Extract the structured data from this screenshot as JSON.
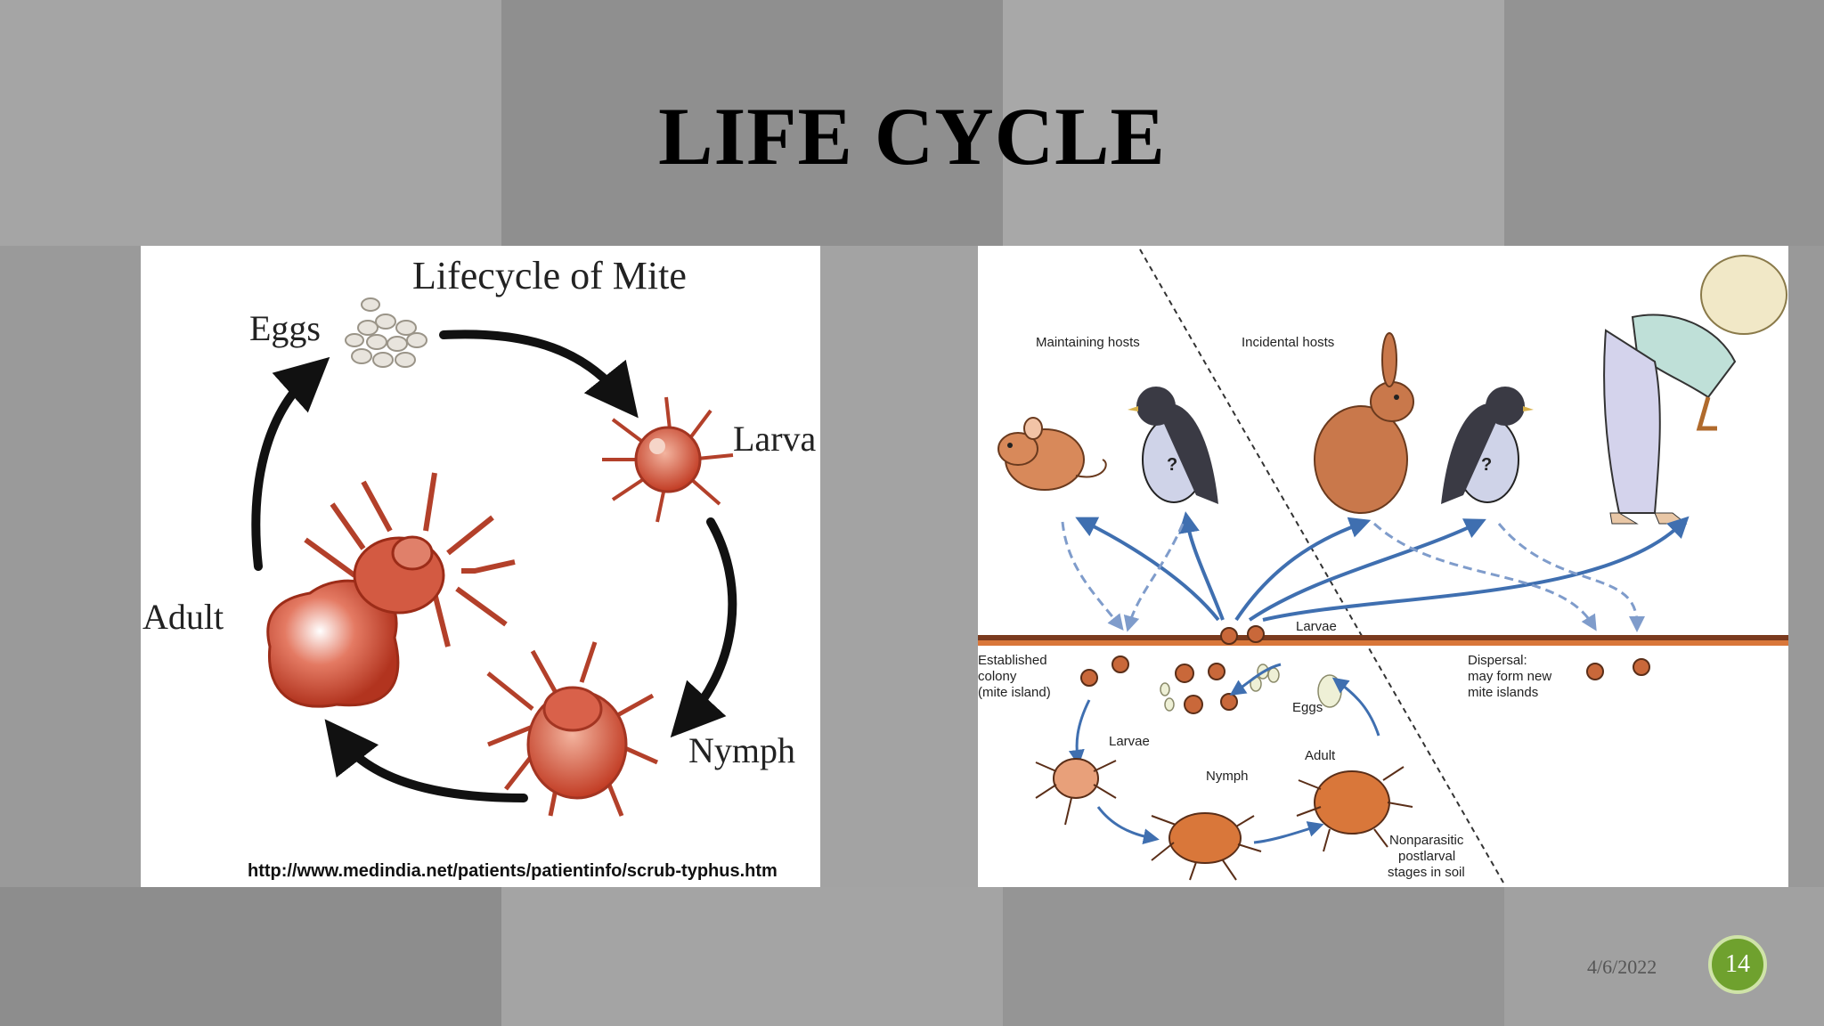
{
  "slide": {
    "title": "LIFE CYCLE",
    "date": "4/6/2022",
    "page_number": "14"
  },
  "left_figure": {
    "title": "Lifecycle of Mite",
    "stages": {
      "eggs": "Eggs",
      "larva": "Larva",
      "nymph": "Nymph",
      "adult": "Adult"
    },
    "source_url": "http://www.medindia.net/patients/patientinfo/scrub-typhus.htm"
  },
  "right_figure": {
    "maintaining_hosts": "Maintaining hosts",
    "incidental_hosts": "Incidental hosts",
    "larvae_top": "Larvae",
    "established_colony": [
      "Established",
      "colony",
      "(mite island)"
    ],
    "eggs": "Eggs",
    "larvae_bottom": "Larvae",
    "nymph": "Nymph",
    "adult": "Adult",
    "dispersal": [
      "Dispersal:",
      "may form new",
      "mite islands"
    ],
    "nonparasitic": [
      "Nonparasitic",
      "postlarval",
      "stages in soil"
    ],
    "question_mark": "?"
  },
  "colors": {
    "mite_red": "#c8452c",
    "mite_orange": "#d9773a",
    "arrow_blue": "#3f6fb0",
    "badge_green": "#6fa12e"
  }
}
